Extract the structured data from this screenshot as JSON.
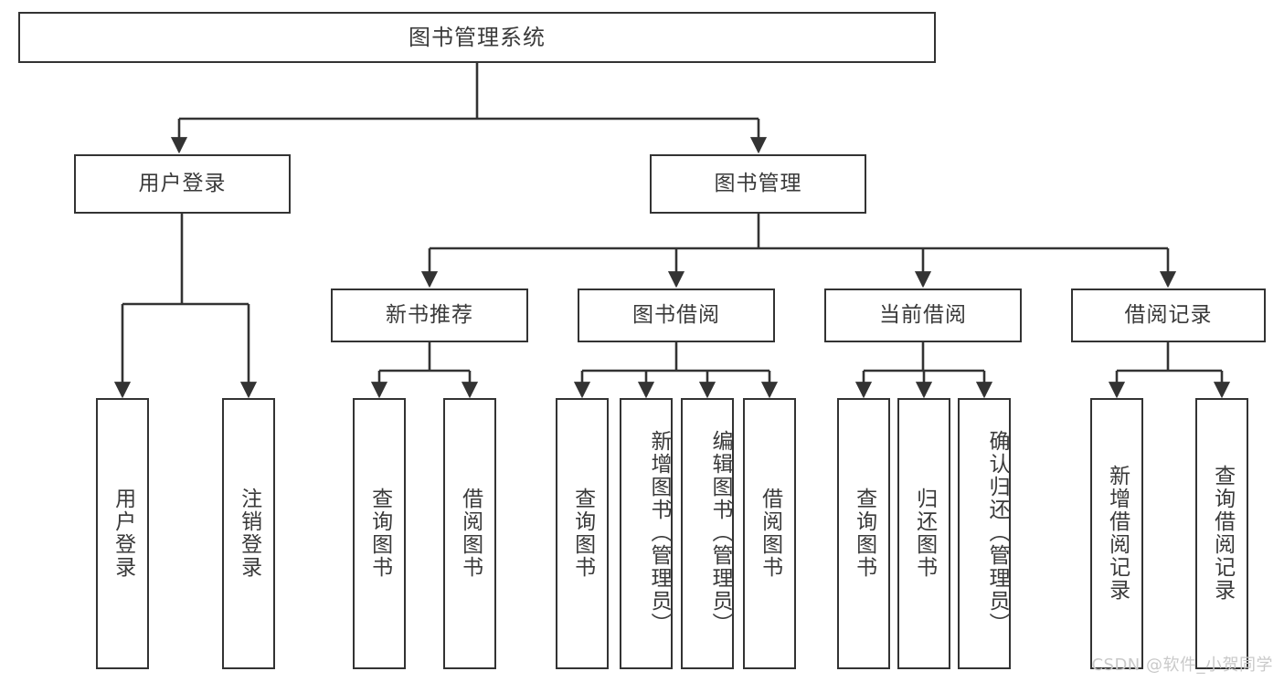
{
  "diagram": {
    "title_node": {
      "label": "图书管理系统"
    },
    "level2": [
      {
        "id": "user-login",
        "label": "用户登录"
      },
      {
        "id": "book-management",
        "label": "图书管理"
      }
    ],
    "level3": [
      {
        "id": "new-book-recommend",
        "label": "新书推荐"
      },
      {
        "id": "book-borrow",
        "label": "图书借阅"
      },
      {
        "id": "current-borrow",
        "label": "当前借阅"
      },
      {
        "id": "borrow-record",
        "label": "借阅记录"
      }
    ],
    "leaves": {
      "user_login": [
        {
          "id": "leaf-user-login",
          "label": "用户登录"
        },
        {
          "id": "leaf-logout-login",
          "label": "注销登录"
        }
      ],
      "new_book_recommend": [
        {
          "id": "leaf-query-book-1",
          "label": "查询图书"
        },
        {
          "id": "leaf-borrow-book-1",
          "label": "借阅图书"
        }
      ],
      "book_borrow": [
        {
          "id": "leaf-query-book-2",
          "label": "查询图书"
        },
        {
          "id": "leaf-add-book",
          "label": "新增图书（管理员）"
        },
        {
          "id": "leaf-edit-book",
          "label": "编辑图书（管理员）"
        },
        {
          "id": "leaf-borrow-book-2",
          "label": "借阅图书"
        }
      ],
      "current_borrow": [
        {
          "id": "leaf-query-book-3",
          "label": "查询图书"
        },
        {
          "id": "leaf-return-book",
          "label": "归还图书"
        },
        {
          "id": "leaf-confirm-return",
          "label": "确认归还（管理员）"
        }
      ],
      "borrow_record": [
        {
          "id": "leaf-add-record",
          "label": "新增借阅记录"
        },
        {
          "id": "leaf-query-record",
          "label": "查询借阅记录"
        }
      ]
    },
    "watermark": "CSDN @软件_小贺同学",
    "colors": {
      "stroke": "#333333",
      "box_fill": "#ffffff",
      "text": "#3a3a3a",
      "watermark": "#c9c9c9",
      "background": "#ffffff"
    }
  }
}
